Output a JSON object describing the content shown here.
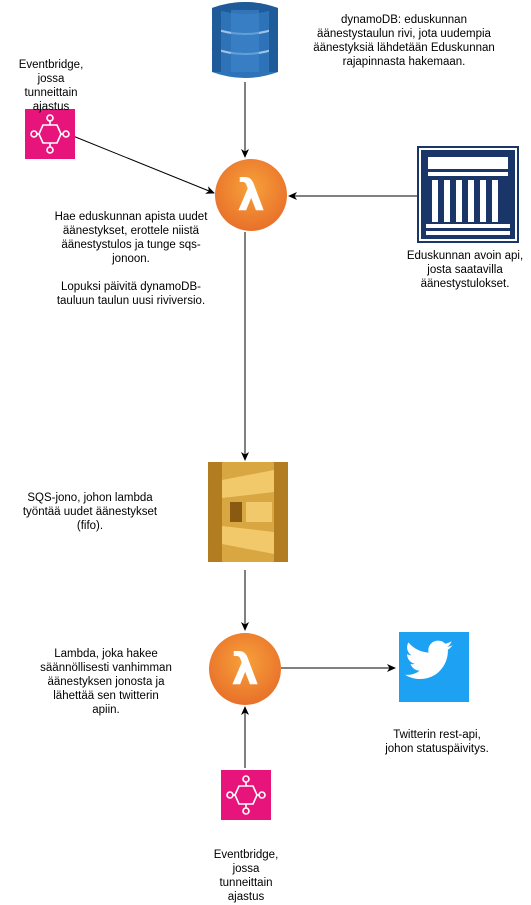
{
  "colors": {
    "edge": "#000000",
    "lambda_orange_light": "#F7A13A",
    "lambda_orange_dark": "#E8702A",
    "eventbridge_pink": "#E7157B",
    "dynamodb_blue": "#2E73B8",
    "dynamodb_blue_dark": "#1F5B98",
    "sqs_gold": "#D9A741",
    "sqs_gold_dark": "#B27C21",
    "twitter_blue": "#1DA1F2",
    "parliament_navy": "#1A3668"
  },
  "nodes": {
    "dynamodb": {
      "icon": "dynamodb-icon"
    },
    "eventbridge_top": {
      "icon": "eventbridge-icon"
    },
    "lambda_top": {
      "icon": "lambda-icon",
      "glyph": "λ"
    },
    "parliament_api": {
      "icon": "parliament-building-icon"
    },
    "sqs": {
      "icon": "sqs-icon"
    },
    "lambda_bottom": {
      "icon": "lambda-icon",
      "glyph": "λ"
    },
    "twitter": {
      "icon": "twitter-bird-icon"
    },
    "eventbridge_bottom": {
      "icon": "eventbridge-icon"
    }
  },
  "labels": {
    "dynamodb": "dynamoDB: eduskunnan\näänestystaulun rivi, jota uudempia\näänestyksiä lähdetään Eduskunnan\nrajapinnasta hakemaan.",
    "eventbridge_top": "Eventbridge,\njossa\ntunneittain\najastus",
    "lambda_top": "Hae eduskunnan apista uudet\näänestykset, erottele niistä\näänestystulos ja tunge sqs-\njonoon.\n\nLopuksi päivitä dynamoDB-\ntauluun taulun uusi riviversio.",
    "parliament_api": "Eduskunnan avoin api,\njosta saatavilla\näänestystulokset.",
    "sqs": "SQS-jono, johon lambda\ntyöntää uudet äänestykset\n(fifo).",
    "lambda_bottom": "Lambda, joka hakee\nsäännöllisesti vanhimman\näänestyksen jonosta ja\nlähettää sen twitterin\napiin.",
    "twitter": "Twitterin rest-api,\njohon statuspäivitys.",
    "eventbridge_bottom": "Eventbridge,\njossa\ntunneittain\najastus"
  }
}
